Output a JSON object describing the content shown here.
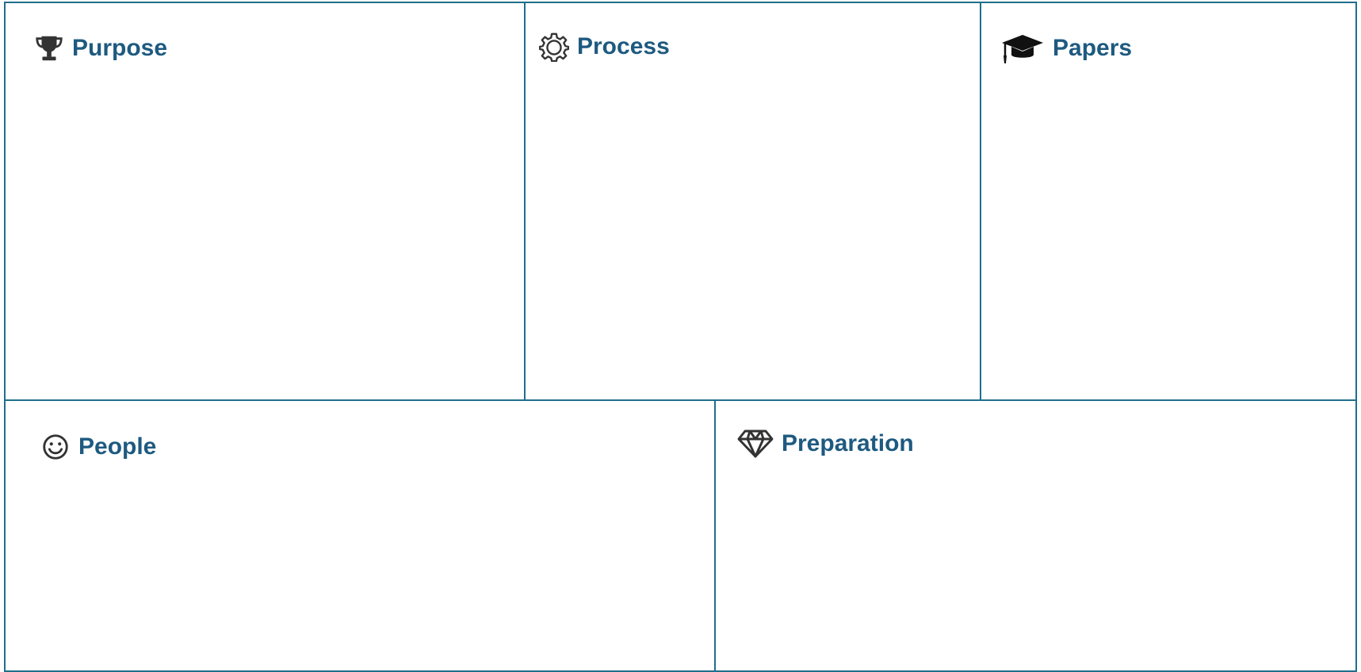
{
  "colors": {
    "border": "#1f6f8b",
    "heading": "#1e5a80",
    "icon": "#333333"
  },
  "sections": {
    "purpose": {
      "title": "Purpose",
      "icon": "trophy-icon"
    },
    "process": {
      "title": "Process",
      "icon": "gear-icon"
    },
    "papers": {
      "title": "Papers",
      "icon": "graduation-cap-icon"
    },
    "people": {
      "title": "People",
      "icon": "smiley-icon"
    },
    "preparation": {
      "title": "Preparation",
      "icon": "diamond-icon"
    }
  }
}
